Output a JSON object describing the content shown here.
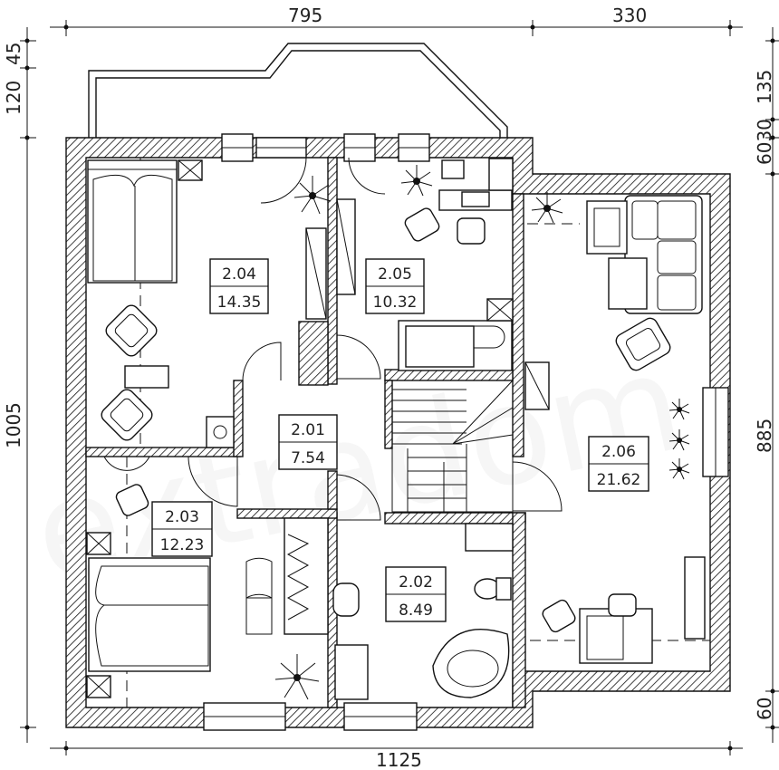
{
  "dimensions": {
    "top_left": "795",
    "top_right": "330",
    "bottom": "1125",
    "left_total": "1005",
    "left_45": "45",
    "left_120": "120",
    "right_135": "135",
    "right_6030": "6030",
    "right_885": "885",
    "right_60": "60"
  },
  "rooms": [
    {
      "id": "2.04",
      "area": "14.35"
    },
    {
      "id": "2.05",
      "area": "10.32"
    },
    {
      "id": "2.01",
      "area": "7.54"
    },
    {
      "id": "2.06",
      "area": "21.62"
    },
    {
      "id": "2.03",
      "area": "12.23"
    },
    {
      "id": "2.02",
      "area": "8.49"
    }
  ],
  "watermark": "extradom"
}
